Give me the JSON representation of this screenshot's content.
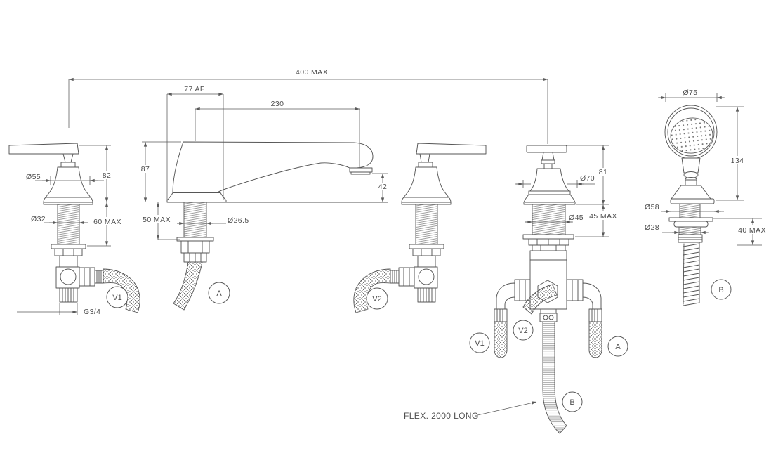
{
  "colors": {
    "line": "#565656",
    "text": "#4e4e4e",
    "background": "#ffffff"
  },
  "overall": {
    "width_max": "400 MAX"
  },
  "valve1": {
    "handle_dia": "Ø55",
    "height": "82",
    "shank_dia": "Ø32",
    "deck_max": "60 MAX",
    "thread": "G3/4",
    "callout": "V1"
  },
  "spout": {
    "across_flats": "77 AF",
    "reach": "230",
    "height": "87",
    "deck_max": "50 MAX",
    "shank_dia": "Ø26.5",
    "outlet_drop": "42",
    "callout": "A"
  },
  "valve2": {
    "callout": "V2"
  },
  "diverter": {
    "height": "81",
    "skirt_dia": "Ø70",
    "shank_dia": "Ø45",
    "deck_max": "45 MAX",
    "hose_note": "FLEX. 2000 LONG",
    "callout_v1": "V1",
    "callout_v2": "V2",
    "callout_a": "A",
    "callout_b": "B"
  },
  "handshower": {
    "head_dia": "Ø75",
    "height": "134",
    "skirt_dia": "Ø58",
    "shank_dia": "Ø28",
    "deck_max": "40 MAX",
    "callout": "B"
  }
}
